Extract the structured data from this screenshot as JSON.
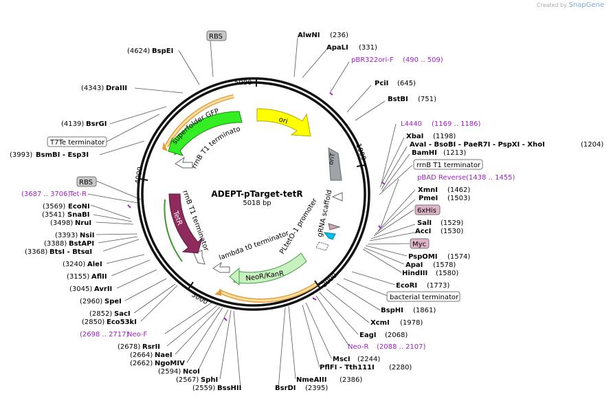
{
  "branding": {
    "prefix": "Created by",
    "name": "SnapGene"
  },
  "plasmid": {
    "name": "ADEPT-pTarget-tetR",
    "size_label": "5018 bp"
  },
  "ticks": [
    "1000",
    "2000",
    "3000",
    "4000",
    "5000"
  ],
  "features": [
    {
      "label": "ori",
      "color": "#ffff00"
    },
    {
      "label": "oriT",
      "color": "#a0a4a8"
    },
    {
      "label": "gRNA scaffold"
    },
    {
      "label": "PLtetO-1 promoter"
    },
    {
      "label": "NeoR/KanR",
      "color": "#c8f0c0"
    },
    {
      "label": "lambda t0 terminator"
    },
    {
      "label": "rrnB T1 terminator"
    },
    {
      "label": "TetR",
      "color": "#8e2a5c"
    },
    {
      "label": "rrnB T1 terminator"
    },
    {
      "label": "superfolder GFP",
      "color": "#33ee22"
    }
  ],
  "right_labels": [
    {
      "name": "AlwNI",
      "pos": "(236)"
    },
    {
      "name": "ApaLI",
      "pos": "(331)"
    },
    {
      "name": "pBR322ori-F",
      "pos": "(490 .. 509)",
      "primer": true
    },
    {
      "name": "PciI",
      "pos": "(645)"
    },
    {
      "name": "BstBI",
      "pos": "(751)"
    },
    {
      "name": "L4440",
      "pos": "(1169 .. 1186)",
      "primer": true
    },
    {
      "name": "XbaI",
      "pos": "(1198)"
    },
    {
      "name": "AvaI  - BsoBI  - PaeR7I  - PspXI  - XhoI",
      "pos": "(1204)"
    },
    {
      "name": "BamHI",
      "pos": "(1213)"
    },
    {
      "name": "rrnB T1 terminator",
      "boxed": true
    },
    {
      "name": "pBAD Reverse",
      "pos": "(1438 .. 1455)",
      "primer": true
    },
    {
      "name": "XmnI",
      "pos": "(1462)"
    },
    {
      "name": "PmeI",
      "pos": "(1503)"
    },
    {
      "name": "6xHis",
      "boxed": true,
      "fill": "#e0b4c8"
    },
    {
      "name": "SalI",
      "pos": "(1529)"
    },
    {
      "name": "AccI",
      "pos": "(1530)"
    },
    {
      "name": "Myc",
      "boxed": true,
      "fill": "#e0b4c8"
    },
    {
      "name": "PspOMI",
      "pos": "(1574)"
    },
    {
      "name": "ApaI",
      "pos": "(1578)"
    },
    {
      "name": "HindIII",
      "pos": "(1580)"
    },
    {
      "name": "EcoRI",
      "pos": "(1773)"
    },
    {
      "name": "bacterial terminator",
      "boxed": true
    },
    {
      "name": "BspHI",
      "pos": "(1861)"
    },
    {
      "name": "XcmI",
      "pos": "(1978)"
    },
    {
      "name": "EagI",
      "pos": "(2068)"
    },
    {
      "name": "Neo-R",
      "pos": "(2088 .. 2107)",
      "primer": true
    },
    {
      "name": "MscI",
      "pos": "(2244)"
    },
    {
      "name": "PflFI  - Tth111I",
      "pos": "(2280)"
    },
    {
      "name": "NmeAIII",
      "pos": "(2386)"
    },
    {
      "name": "BsrDI",
      "pos": "(2395)"
    }
  ],
  "left_labels": [
    {
      "name": "RBS",
      "boxed": true,
      "fill": "#c8c8c8"
    },
    {
      "name": "BspEI",
      "pos": "(4624)"
    },
    {
      "name": "DraIII",
      "pos": "(4343)"
    },
    {
      "name": "BsrGI",
      "pos": "(4139)"
    },
    {
      "name": "T7Te terminator",
      "boxed": true
    },
    {
      "name": "BsmBI  - Esp3I",
      "pos": "(3993)"
    },
    {
      "name": "RBS",
      "boxed": true,
      "fill": "#c8c8c8"
    },
    {
      "name": "Tet-R",
      "pos": "(3687 .. 3706)",
      "primer": true
    },
    {
      "name": "EcoNI",
      "pos": "(3569)"
    },
    {
      "name": "SnaBI",
      "pos": "(3541)"
    },
    {
      "name": "NruI",
      "pos": "(3498)"
    },
    {
      "name": "NsiI",
      "pos": "(3393)"
    },
    {
      "name": "BstAPI",
      "pos": "(3388)"
    },
    {
      "name": "BtsI  - BtsαI",
      "pos": "(3368)"
    },
    {
      "name": "AleI",
      "pos": "(3240)"
    },
    {
      "name": "AflII",
      "pos": "(3155)"
    },
    {
      "name": "AvrII",
      "pos": "(3045)"
    },
    {
      "name": "SpeI",
      "pos": "(2960)"
    },
    {
      "name": "SacI",
      "pos": "(2852)"
    },
    {
      "name": "Eco53kI",
      "pos": "(2850)"
    },
    {
      "name": "Neo-F",
      "pos": "(2698 .. 2717)",
      "primer": true
    },
    {
      "name": "RsrII",
      "pos": "(2678)"
    },
    {
      "name": "NaeI",
      "pos": "(2664)"
    },
    {
      "name": "NgoMIV",
      "pos": "(2662)"
    },
    {
      "name": "NcoI",
      "pos": "(2594)"
    },
    {
      "name": "SphI",
      "pos": "(2567)"
    },
    {
      "name": "BssHII",
      "pos": "(2559)"
    }
  ]
}
